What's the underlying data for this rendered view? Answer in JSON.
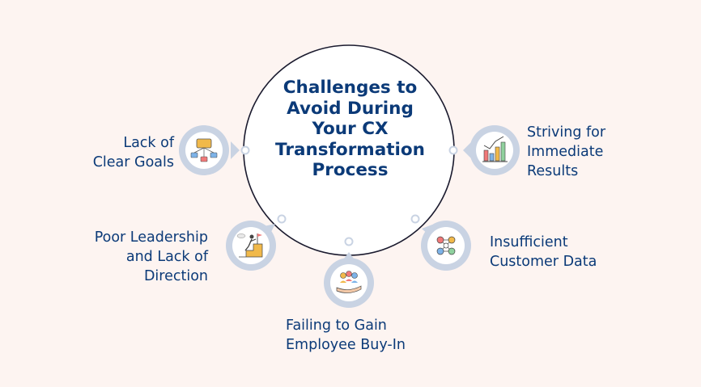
{
  "center": {
    "title_lines": [
      "Challenges to",
      "Avoid During",
      "Your CX",
      "Transformation",
      "Process"
    ]
  },
  "items": [
    {
      "lines": [
        "Lack of",
        "Clear Goals"
      ],
      "icon": "goals-network-icon"
    },
    {
      "lines": [
        "Striving for",
        "Immediate",
        "Results"
      ],
      "icon": "bar-chart-growth-icon"
    },
    {
      "lines": [
        "Poor Leadership",
        "and Lack of",
        "Direction"
      ],
      "icon": "leader-climbing-icon"
    },
    {
      "lines": [
        "Insufficient",
        "Customer Data"
      ],
      "icon": "customer-network-icon"
    },
    {
      "lines": [
        "Failing to Gain",
        "Employee Buy-In"
      ],
      "icon": "hand-holding-team-icon"
    }
  ],
  "colors": {
    "background": "#fdf4f1",
    "circle_stroke": "#1a1a2e",
    "title": "#0b3a78",
    "icon_ring": "#c9d3e3",
    "connector": "#c9d3e3"
  }
}
